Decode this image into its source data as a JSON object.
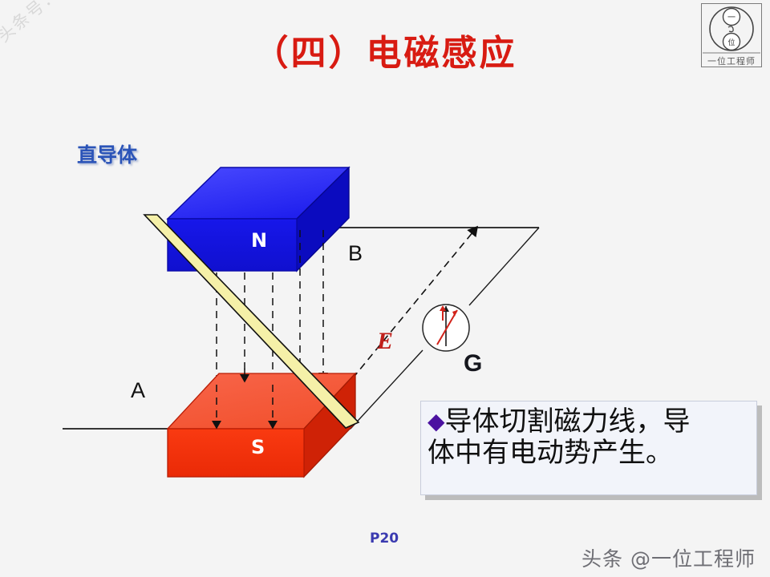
{
  "slide": {
    "title": "（四）电磁感应",
    "page_number": "P20",
    "background_color": "#f4f4f4",
    "title_color": "#d81b12"
  },
  "watermarks": {
    "diagonal": "头条号：一位工程师",
    "bottom_right": "头条 @一位工程师"
  },
  "logo": {
    "caption": "一位工程师",
    "inner_top": "一",
    "inner_bottom": "位"
  },
  "diagram": {
    "conductor_label": "直导体",
    "conductor_color": "#f5f0a8",
    "north_magnet": {
      "pole_label": "N",
      "face_color": "#1414e6",
      "top_color": "#3232f0",
      "side_color": "#0808aa"
    },
    "south_magnet": {
      "pole_label": "S",
      "face_color": "#f32f09",
      "top_color": "#f4603c",
      "side_color": "#cc2207"
    },
    "circuit": {
      "terminal_a": "A",
      "terminal_b": "B",
      "meter_label": "G",
      "emf_label": "E",
      "emf_color": "#c0201b",
      "line_color": "#1a1a1a",
      "needle_color": "#d2231a"
    },
    "field_lines": {
      "count": 5,
      "style": "dashed",
      "direction": "downward",
      "color": "#111111"
    }
  },
  "callout": {
    "bullet": "◆",
    "bullet_color": "#4b12a0",
    "line1": "导体切割磁力线，导",
    "line2": "体中有电动势产生。"
  }
}
